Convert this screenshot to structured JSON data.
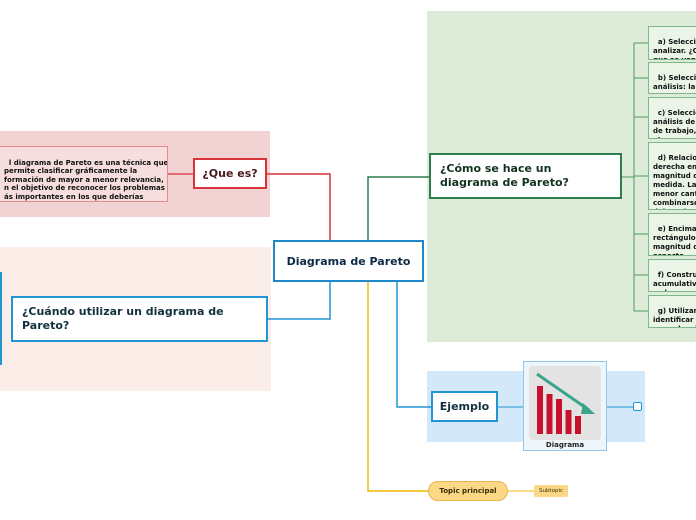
{
  "central": {
    "title": "Diagrama de Pareto"
  },
  "branches": {
    "que_es": {
      "title": "¿Que es?",
      "description": "l diagrama de Pareto es una técnica que\npermite clasificar gráficamente la\nformación de mayor a menor relevancia,\nn el objetivo de reconocer los problemas\nás importantes en los que deberías\nnfocarte y solucionarlos."
    },
    "cuando": {
      "title": "¿Cuándo utilizar un diagrama de Pareto?"
    },
    "como": {
      "title": "¿Cómo se hace un diagrama de Pareto?",
      "steps": [
        "a) Seleccio\nanalizar. ¿C\nque se van",
        "b) Seleccio\nanálisis: la\ncostos u otr",
        "c) Seleccio\nanálisis de\nde trabajo, \netc.",
        "d) Relacion\nderecha en\nmagnitud d\nmedida. La\nmenor cant\ncombinarse\ndebe coloca",
        "e) Encima d\nrectángulo\nmagnitud d\naspecto.",
        "f) Construi\nacumulativ\ncada aspec",
        "g) Utilizar e\nidentificar\npara el mej"
      ]
    },
    "ejemplo": {
      "title": "Ejemplo",
      "image_caption": "Diagrama"
    },
    "topic": {
      "title": "Topic principal",
      "subtopic": "Subtopic"
    }
  },
  "chart_data": {
    "type": "bar",
    "values": [
      48,
      40,
      35,
      24,
      18
    ]
  },
  "colors": {
    "red": "#d9323a",
    "green": "#2e7d4f",
    "blue": "#2196d3",
    "yellow": "#f2b705",
    "central_border": "#1e88c9",
    "bar": "#c8102e",
    "arrow": "#3aa58c"
  }
}
